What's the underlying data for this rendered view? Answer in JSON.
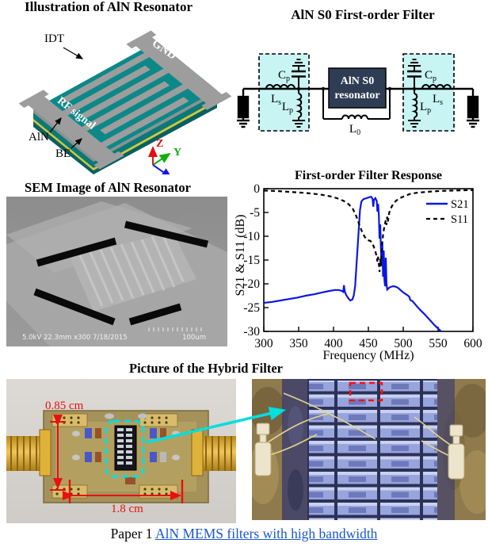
{
  "illustration": {
    "title": "Illustration of AlN Resonator",
    "idt": "IDT",
    "gnd": "GND",
    "rf_signal": "RF signal",
    "aln": "AlN",
    "be": "BE",
    "axis_x": "X",
    "axis_y": "Y",
    "axis_z": "Z"
  },
  "circuit": {
    "title": "AlN S0 First-order Filter",
    "resonator_line1": "AlN S0",
    "resonator_line2": "resonator",
    "cap_main": "C",
    "cap_sub": "p",
    "ind_series_main": "L",
    "ind_series_sub": "s",
    "ind_shunt_main": "L",
    "ind_shunt_sub": "p",
    "ind_parallel_main": "L",
    "ind_parallel_sub": "0"
  },
  "sem": {
    "title": "SEM Image of AlN Resonator",
    "info": "5.0kV 22.3mm x300 7/18/2015",
    "scale": "100um"
  },
  "hybrid": {
    "title": "Picture of the Hybrid Filter",
    "height_label": "0.85 cm",
    "width_label": "1.8 cm"
  },
  "caption": {
    "prefix": "Paper 1 ",
    "link_text": "AlN MEMS filters with high bandwidth"
  },
  "colors": {
    "accent_cyan": "#00dede",
    "annotation_red": "#e81010",
    "circuit_box_fill": "#c8f4f4",
    "resonator_box": "#2e3d54",
    "link_blue": "#1b57d0"
  },
  "chart_data": {
    "type": "line",
    "title": "First-order Filter Response",
    "xlabel": "Frequency (MHz)",
    "ylabel": "S21 & S11 (dB)",
    "xlim": [
      300,
      600
    ],
    "ylim": [
      -30,
      0
    ],
    "xticks": [
      300,
      350,
      400,
      450,
      500,
      550,
      600
    ],
    "yticks": [
      0,
      -5,
      -10,
      -15,
      -20,
      -25,
      -30
    ],
    "grid": false,
    "legend_position": "top-right",
    "series": [
      {
        "name": "S21",
        "style": "solid",
        "color": "#0a18e0",
        "points": [
          [
            300,
            -24
          ],
          [
            312,
            -23.8
          ],
          [
            324,
            -23.5
          ],
          [
            336,
            -23.2
          ],
          [
            348,
            -22.9
          ],
          [
            360,
            -22.5
          ],
          [
            372,
            -22.2
          ],
          [
            384,
            -21.8
          ],
          [
            394,
            -21.5
          ],
          [
            402,
            -21.3
          ],
          [
            408,
            -21.3
          ],
          [
            412,
            -21.5
          ],
          [
            414,
            -21.7
          ],
          [
            415,
            -20.3
          ],
          [
            416,
            -21.5
          ],
          [
            418,
            -22.3
          ],
          [
            421,
            -23
          ],
          [
            424,
            -23.5
          ],
          [
            427,
            -23.3
          ],
          [
            429,
            -22.5
          ],
          [
            431,
            -20.5
          ],
          [
            433,
            -16
          ],
          [
            436,
            -9
          ],
          [
            438,
            -4.5
          ],
          [
            440,
            -2.7
          ],
          [
            443,
            -2.2
          ],
          [
            447,
            -2
          ],
          [
            451,
            -1.8
          ],
          [
            454,
            -1.7
          ],
          [
            456,
            -2.1
          ],
          [
            457,
            -3.8
          ],
          [
            458,
            -2.4
          ],
          [
            460,
            -2
          ],
          [
            462,
            -2.6
          ],
          [
            463,
            -4.8
          ],
          [
            464,
            -3.2
          ],
          [
            465,
            -5.5
          ],
          [
            466,
            -10.5
          ],
          [
            467,
            -7.5
          ],
          [
            468,
            -12.5
          ],
          [
            469,
            -16
          ],
          [
            470,
            -11.5
          ],
          [
            471,
            -18.5
          ],
          [
            472,
            -13
          ],
          [
            473,
            -19
          ],
          [
            474,
            -20.5
          ],
          [
            475,
            -14.5
          ],
          [
            476,
            -20
          ],
          [
            477,
            -21.2
          ],
          [
            480,
            -20.8
          ],
          [
            483,
            -20.6
          ],
          [
            486,
            -20.5
          ],
          [
            489,
            -20.6
          ],
          [
            492,
            -20.8
          ],
          [
            496,
            -21.3
          ],
          [
            500,
            -21.8
          ],
          [
            504,
            -22.2
          ],
          [
            507,
            -22.5
          ],
          [
            509,
            -22.8
          ],
          [
            510,
            -23.4
          ],
          [
            513,
            -23.6
          ],
          [
            516,
            -24.1
          ],
          [
            520,
            -24.8
          ],
          [
            525,
            -25.6
          ],
          [
            530,
            -26.3
          ],
          [
            535,
            -27.1
          ],
          [
            540,
            -27.9
          ],
          [
            545,
            -28.7
          ],
          [
            550,
            -29.4
          ],
          [
            555,
            -30.1
          ],
          [
            560,
            -30.8
          ]
        ]
      },
      {
        "name": "S11",
        "style": "dashed",
        "color": "#000000",
        "points": [
          [
            300,
            -0.4
          ],
          [
            320,
            -0.5
          ],
          [
            340,
            -0.7
          ],
          [
            360,
            -0.9
          ],
          [
            380,
            -1.2
          ],
          [
            395,
            -1.6
          ],
          [
            405,
            -2
          ],
          [
            415,
            -2.6
          ],
          [
            422,
            -3.3
          ],
          [
            428,
            -4.3
          ],
          [
            433,
            -5.9
          ],
          [
            437,
            -7.6
          ],
          [
            441,
            -9.1
          ],
          [
            445,
            -10.2
          ],
          [
            449,
            -10.8
          ],
          [
            453,
            -11
          ],
          [
            456,
            -11.5
          ],
          [
            458,
            -12.3
          ],
          [
            460,
            -13.2
          ],
          [
            462,
            -14.3
          ],
          [
            463,
            -15.3
          ],
          [
            464,
            -14.3
          ],
          [
            465,
            -15.8
          ],
          [
            466,
            -17.5
          ],
          [
            467,
            -14.8
          ],
          [
            468,
            -16.3
          ],
          [
            469,
            -12.8
          ],
          [
            471,
            -9.8
          ],
          [
            473,
            -7.9
          ],
          [
            475,
            -6.6
          ],
          [
            476,
            -7.6
          ],
          [
            477,
            -5.9
          ],
          [
            478,
            -6.9
          ],
          [
            480,
            -5
          ],
          [
            483,
            -3.9
          ],
          [
            486,
            -3.1
          ],
          [
            490,
            -2.5
          ],
          [
            495,
            -2
          ],
          [
            501,
            -1.6
          ],
          [
            510,
            -1.1
          ],
          [
            520,
            -0.85
          ],
          [
            535,
            -0.65
          ],
          [
            550,
            -0.5
          ],
          [
            570,
            -0.4
          ],
          [
            600,
            -0.3
          ]
        ]
      }
    ]
  }
}
